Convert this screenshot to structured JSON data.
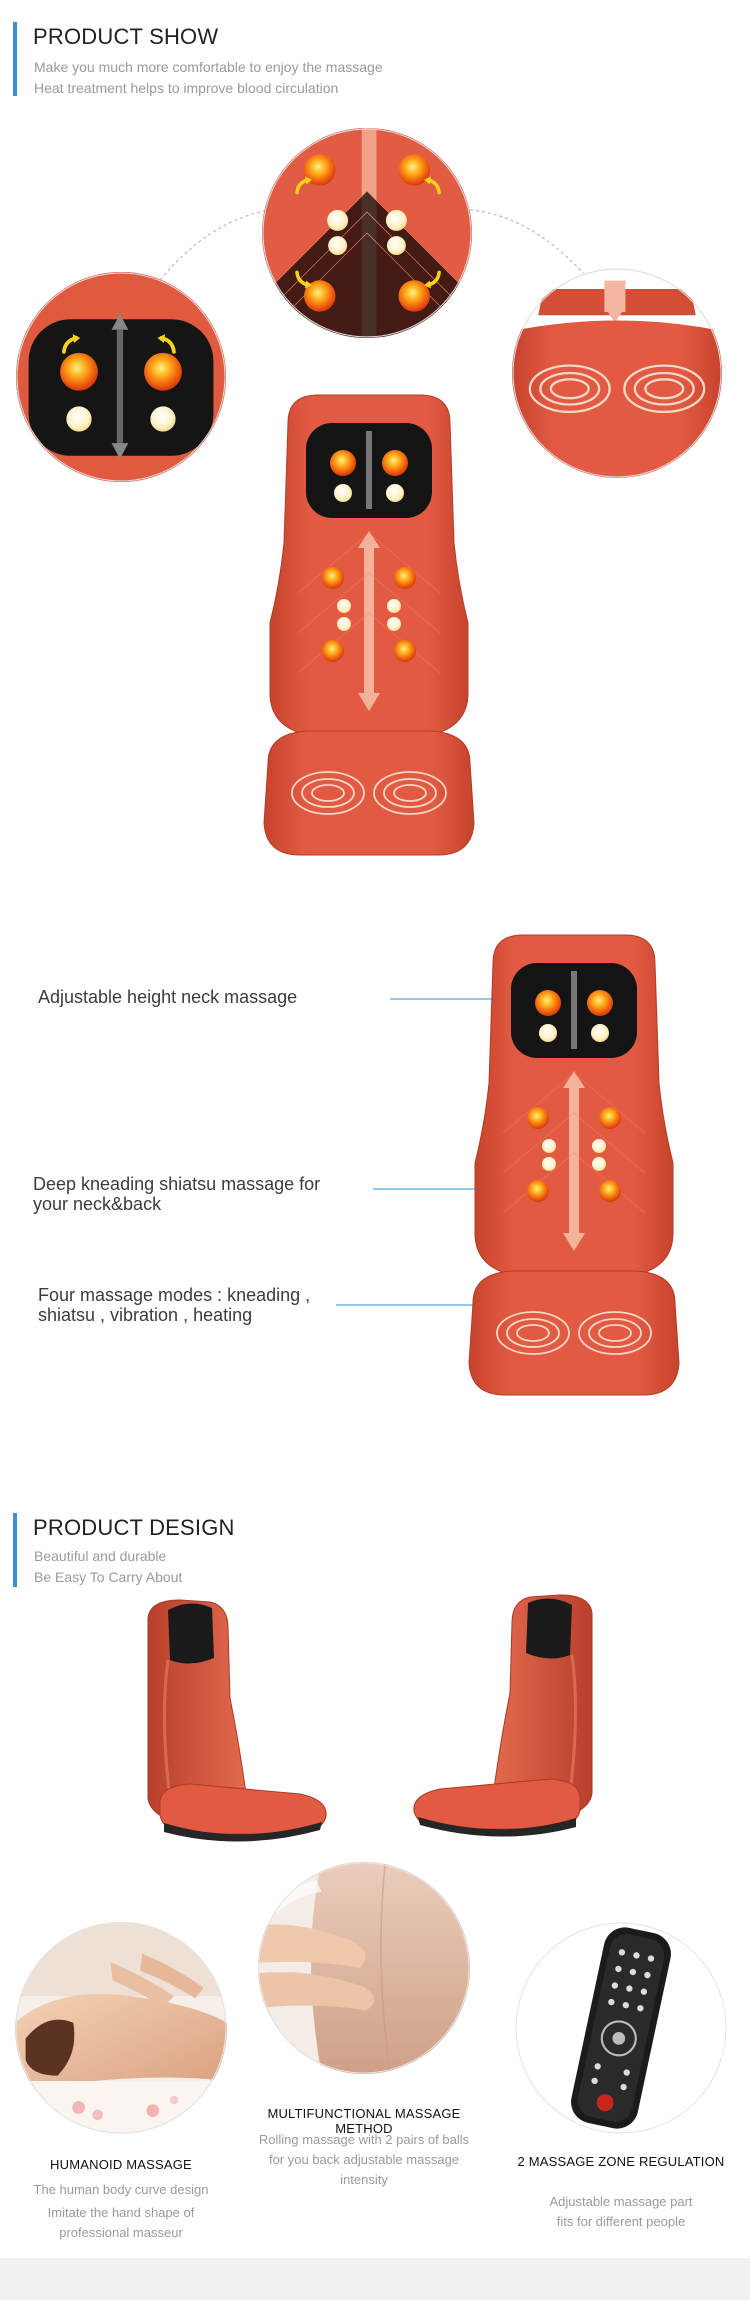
{
  "product_show": {
    "title": "PRODUCT SHOW",
    "subtitle_1": "Make you much more comfortable to enjoy the massage",
    "subtitle_2": "Heat treatment helps to improve blood circulation"
  },
  "features": {
    "neck": "Adjustable height neck massage",
    "kneading_1": "Deep kneading shiatsu massage for",
    "kneading_2": "your neck&back",
    "modes_1": "Four massage modes : kneading ,",
    "modes_2": "shiatsu , vibration , heating"
  },
  "product_design": {
    "title": "PRODUCT DESIGN",
    "subtitle_1": "Beautiful and durable",
    "subtitle_2": "Be Easy To Carry About"
  },
  "captions": {
    "humanoid": {
      "title": "HUMANOID MASSAGE",
      "line_1": "The human body curve design",
      "line_2": "Imitate the hand shape of",
      "line_3": "professional masseur"
    },
    "multifunctional": {
      "title": "MULTIFUNCTIONAL MASSAGE METHOD",
      "line_1": "Rolling massage with 2 pairs of balls",
      "line_2": "for you back adjustable massage",
      "line_3": "intensity"
    },
    "zones": {
      "title": "2 MASSAGE ZONE REGULATION",
      "line_1": "Adjustable massage part",
      "line_2": "fits for different people"
    }
  },
  "colors": {
    "accent": "#3b8fd6",
    "cushion": "#e0553c",
    "cushion_dark": "#c7432d",
    "callout_line": "#8fcde6"
  }
}
